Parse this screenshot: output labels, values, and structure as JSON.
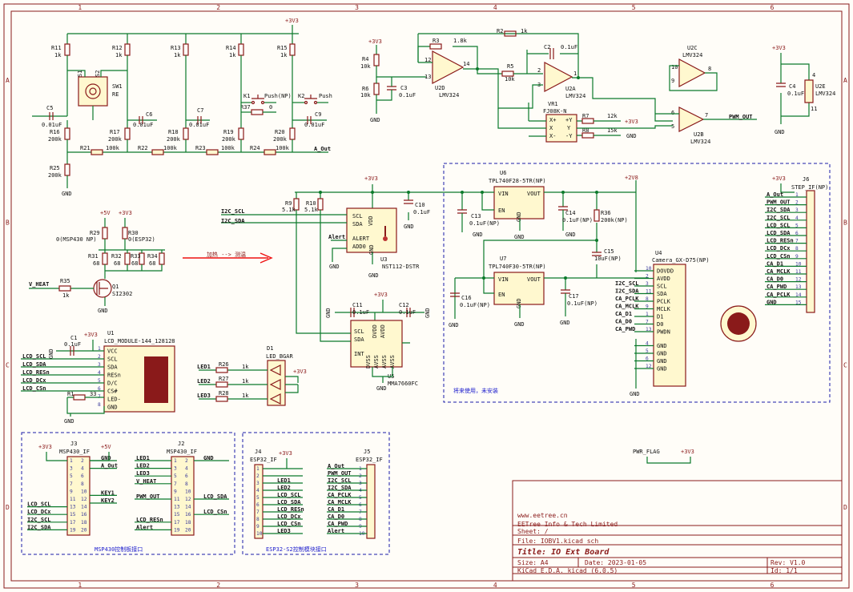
{
  "title_block": {
    "url": "www.eetree.cn",
    "company": "EETree Info & Tech Limited",
    "sheet": "Sheet: /",
    "file": "File: IOBV1.kicad_sch",
    "title": "Title: IO Ext Board",
    "size": "Size: A4",
    "date": "Date: 2023-01-05",
    "rev": "Rev: V1.0",
    "tool": "KiCad E.D.A.  kicad (6.0.5)",
    "id": "Id: 1/1"
  },
  "border": {
    "cols": [
      "1",
      "2",
      "3",
      "4",
      "5",
      "6"
    ],
    "rows": [
      "A",
      "B",
      "C",
      "D"
    ]
  },
  "annotations": {
    "heat_note": "加热 --> 测温",
    "not_installed": "将来使用，未安装",
    "msp430_box": "MSP430控制板接口",
    "esp32_box": "ESP32-S2控制模块接口"
  },
  "rotary": {
    "supply": "+3V3",
    "resistors": [
      {
        "ref": "R11",
        "val": "1k"
      },
      {
        "ref": "R12",
        "val": "1k"
      },
      {
        "ref": "R13",
        "val": "1k"
      },
      {
        "ref": "R14",
        "val": "1k"
      },
      {
        "ref": "R15",
        "val": "1k"
      }
    ],
    "sw1": {
      "ref": "SW1",
      "val": "RE",
      "pin_a": "S1",
      "pin_b": "S2"
    },
    "caps": [
      {
        "ref": "C5",
        "val": "0.01uF"
      },
      {
        "ref": "C6",
        "val": "0.01uF"
      },
      {
        "ref": "C7",
        "val": "0.01uF"
      },
      {
        "ref": "C9",
        "val": "0.01uF"
      }
    ],
    "keys": [
      {
        "ref": "K1",
        "val": "Push(NP)"
      },
      {
        "ref": "K2",
        "val": "Push"
      }
    ],
    "r37": {
      "ref": "R37",
      "val": "0"
    },
    "dividers": [
      {
        "ref": "R16",
        "val": "200k"
      },
      {
        "ref": "R17",
        "val": "200k"
      },
      {
        "ref": "R18",
        "val": "200k"
      },
      {
        "ref": "R19",
        "val": "200k"
      },
      {
        "ref": "R20",
        "val": "200k"
      },
      {
        "ref": "R25",
        "val": "200k"
      }
    ],
    "series": [
      {
        "ref": "R21",
        "val": "100k"
      },
      {
        "ref": "R22",
        "val": "100k"
      },
      {
        "ref": "R23",
        "val": "100k"
      },
      {
        "ref": "R24",
        "val": "100k"
      }
    ],
    "out_label": "A_Out",
    "gnd": "GND"
  },
  "opamp": {
    "r3": {
      "ref": "R3",
      "val": "1.8k"
    },
    "r2": {
      "ref": "R2",
      "val": "1k"
    },
    "r4": {
      "ref": "R4",
      "val": "10k"
    },
    "r6": {
      "ref": "R6",
      "val": "10k"
    },
    "c3": {
      "ref": "C3",
      "val": "0.1uF"
    },
    "r5": {
      "ref": "R5",
      "val": "10k"
    },
    "c2": {
      "ref": "C2",
      "val": "0.1uF"
    },
    "u2d": {
      "ref": "U2D",
      "val": "LMV324",
      "pins": [
        "12",
        "13",
        "14"
      ]
    },
    "u2a": {
      "ref": "U2A",
      "val": "LMV324",
      "pins": [
        "2",
        "3",
        "1"
      ]
    },
    "u2c": {
      "ref": "U2C",
      "val": "LMV324",
      "pins": [
        "10",
        "9",
        "8"
      ]
    },
    "u2b": {
      "ref": "U2B",
      "val": "LMV324",
      "pins": [
        "6",
        "5",
        "7"
      ]
    },
    "u2e": {
      "ref": "U2E",
      "val": "LMV324",
      "pins": [
        "4",
        "11"
      ]
    },
    "c4": {
      "ref": "C4",
      "val": "0.1uF"
    },
    "vr1": {
      "ref": "VR1",
      "val": "FJ08K-N",
      "pins": [
        "X+",
        "X",
        "X-",
        "+Y",
        "Y",
        "-Y"
      ]
    },
    "r7": {
      "ref": "R7",
      "val": "12k"
    },
    "r8": {
      "ref": "R8",
      "val": "15k"
    },
    "pwm_label": "PWM_OUT",
    "supply": "+3V3",
    "gnd": "GND"
  },
  "heater": {
    "supplies": [
      "+5V",
      "+3V3"
    ],
    "r29": {
      "ref": "R29",
      "val": "0(MSP430 NP)"
    },
    "r30": {
      "ref": "R30",
      "val": "0(ESP32)"
    },
    "rs": [
      {
        "ref": "R31",
        "val": "68"
      },
      {
        "ref": "R32",
        "val": "68"
      },
      {
        "ref": "R33",
        "val": "68"
      },
      {
        "ref": "R34",
        "val": "68"
      }
    ],
    "r35": {
      "ref": "R35",
      "val": "1k"
    },
    "q1": {
      "ref": "Q1",
      "val": "SI2302"
    },
    "net": "V_HEAT",
    "gnd": "GND"
  },
  "temp": {
    "r9": {
      "ref": "R9",
      "val": "5.1k"
    },
    "r10": {
      "ref": "R10",
      "val": "5.1k"
    },
    "supply": "+3V3",
    "c10": {
      "ref": "C10",
      "val": "0.1uF"
    },
    "u3": {
      "ref": "U3",
      "val": "NST112-DSTR",
      "pins": [
        "SCL",
        "SDA",
        "ALERT",
        "ADD0",
        "VDD",
        "GND"
      ],
      "nums": [
        "1",
        "2",
        "3",
        "4",
        "5",
        "6"
      ]
    },
    "nets": [
      "I2C_SCL",
      "I2C_SDA",
      "Alert"
    ],
    "gnd": "GND"
  },
  "accel": {
    "c11": {
      "ref": "C11",
      "val": "0.1uF"
    },
    "c12": {
      "ref": "C12",
      "val": "0.1uF"
    },
    "u5": {
      "ref": "U5",
      "val": "MMA7660FC",
      "pins": [
        "SCL",
        "SDA",
        "INT",
        "DVDD",
        "AVDD",
        "DVSS",
        "AVSS",
        "AVSS",
        "AVSS"
      ]
    },
    "supply": "+3V3",
    "gnd": "GND"
  },
  "ldo": {
    "u6": {
      "ref": "U6",
      "val": "TPL740F28-5TR(NP)",
      "pins": [
        "VIN",
        "EN",
        "GND",
        "VOUT"
      ]
    },
    "u7": {
      "ref": "U7",
      "val": "TPL740F30-5TR(NP)",
      "pins": [
        "VIN",
        "EN",
        "GND",
        "VOUT"
      ]
    },
    "c13": {
      "ref": "C13",
      "val": "0.1uF(NP)"
    },
    "c14": {
      "ref": "C14",
      "val": "0.1uF(NP)"
    },
    "c15": {
      "ref": "C15",
      "val": "10uF(NP)"
    },
    "c16": {
      "ref": "C16",
      "val": "0.1uF(NP)"
    },
    "c17": {
      "ref": "C17",
      "val": "0.1uF(NP)"
    },
    "r36": {
      "ref": "R36",
      "val": "200k(NP)"
    },
    "rail": "+2V8",
    "gnd": "GND"
  },
  "camera": {
    "ref": "U4",
    "val": "Camera_GX-D75(NP)",
    "pins": [
      "DOVDD",
      "AVDD",
      "SCL",
      "SDA",
      "PCLK",
      "MCLK",
      "D1",
      "D0",
      "PWDN",
      "GND",
      "GND",
      "GND",
      "GND"
    ],
    "nums": [
      "10",
      "2",
      "3",
      "11",
      "8",
      "9",
      "1",
      "7",
      "13",
      "4",
      "5",
      "6",
      "12"
    ],
    "nets": [
      "I2C_SCL",
      "I2C_SDA",
      "CA_PCLK",
      "CA_MCLK",
      "CA_D1",
      "CA_D0",
      "CA_PWD"
    ],
    "gnd": "GND"
  },
  "j6": {
    "ref": "J6",
    "val": "STEP_IF(NP)",
    "supply": "+3V3",
    "pins": [
      "A_Out",
      "PWM_OUT",
      "I2C_SDA",
      "I2C_SCL",
      "LCD_SCL",
      "LCD_SDA",
      "LCD_RESn",
      "LCD_DCx",
      "LCD_CSn",
      "CA_D1",
      "CA_MCLK",
      "CA_D0",
      "CA_PWD",
      "CA_PCLK",
      "GND"
    ],
    "nums": [
      "1",
      "2",
      "3",
      "4",
      "5",
      "6",
      "7",
      "8",
      "9",
      "10",
      "11",
      "12",
      "13",
      "14",
      "15"
    ]
  },
  "lcd": {
    "ref": "U1",
    "val": "LCD_MODULE-144_128128",
    "c1": {
      "ref": "C1",
      "val": "0.1uF"
    },
    "r1": {
      "ref": "R1",
      "val": "33"
    },
    "pins": [
      "VCC",
      "SCL",
      "SDA",
      "RESn",
      "D/C",
      "CS#",
      "LED-",
      "GND"
    ],
    "nets": [
      "LCD_SCL",
      "LCD_SDA",
      "LCD_RESn",
      "LCD_DCx",
      "LCD_CSn"
    ],
    "supply": "+3V3",
    "gnd": "GND"
  },
  "leds": {
    "d1": {
      "ref": "D1",
      "val": "LED_BGAR"
    },
    "rs": [
      {
        "ref": "R26",
        "val": "1k"
      },
      {
        "ref": "R27",
        "val": "1k"
      },
      {
        "ref": "R28",
        "val": "1k"
      }
    ],
    "nets": [
      "LED1",
      "LED2",
      "LED3"
    ],
    "supply": "+3V3"
  },
  "j3": {
    "ref": "J3",
    "val": "MSP430_IF",
    "supplies": [
      "+3V3",
      "+5V"
    ],
    "right_nets": [
      "GND",
      "A_Out",
      "KEY1",
      "KEY2"
    ],
    "left_nets": [
      "LCD_SCL",
      "LCD_DCx",
      "I2C_SCL",
      "I2C_SDA"
    ],
    "left_nums": [
      "1",
      "3",
      "5",
      "7",
      "9",
      "11",
      "13",
      "15",
      "17",
      "19"
    ],
    "right_nums": [
      "2",
      "4",
      "6",
      "8",
      "10",
      "12",
      "14",
      "16",
      "18",
      "20"
    ]
  },
  "j2": {
    "ref": "J2",
    "val": "MSP430_IF",
    "left_nets": [
      "LED1",
      "LED2",
      "LED3",
      "V_HEAT",
      "PWM_OUT",
      "LCD_RESn",
      "Alert"
    ],
    "right_nets": [
      "GND",
      "LCD_SDA",
      "LCD_CSn"
    ],
    "left_nums": [
      "1",
      "3",
      "5",
      "7",
      "9",
      "11",
      "13",
      "15",
      "17",
      "19"
    ],
    "right_nums": [
      "2",
      "4",
      "6",
      "8",
      "10",
      "12",
      "14",
      "16",
      "18",
      "20"
    ]
  },
  "j4": {
    "ref": "J4",
    "val": "ESP32_IF",
    "supply": "+3V3",
    "nets": [
      "LED1",
      "LED2",
      "LCD_SCL",
      "LCD_SDA",
      "LCD_RESn",
      "LCD_DCx",
      "LCD_CSn",
      "LED3"
    ],
    "nums": [
      "1",
      "2",
      "3",
      "4",
      "5",
      "6",
      "7",
      "8",
      "9",
      "10"
    ]
  },
  "j5": {
    "ref": "J5",
    "val": "ESP32_IF",
    "nets": [
      "A_Out",
      "PWM_OUT",
      "I2C_SCL",
      "I2C_SDA",
      "CA_PCLK",
      "CA_MCLK",
      "CA_D1",
      "CA_D0",
      "CA_PWD",
      "Alert"
    ],
    "nums": [
      "1",
      "2",
      "3",
      "4",
      "5",
      "6",
      "7",
      "8",
      "9",
      "10"
    ]
  },
  "pwrflag": {
    "label": "PWR_FLAG",
    "supply": "+3V3"
  }
}
